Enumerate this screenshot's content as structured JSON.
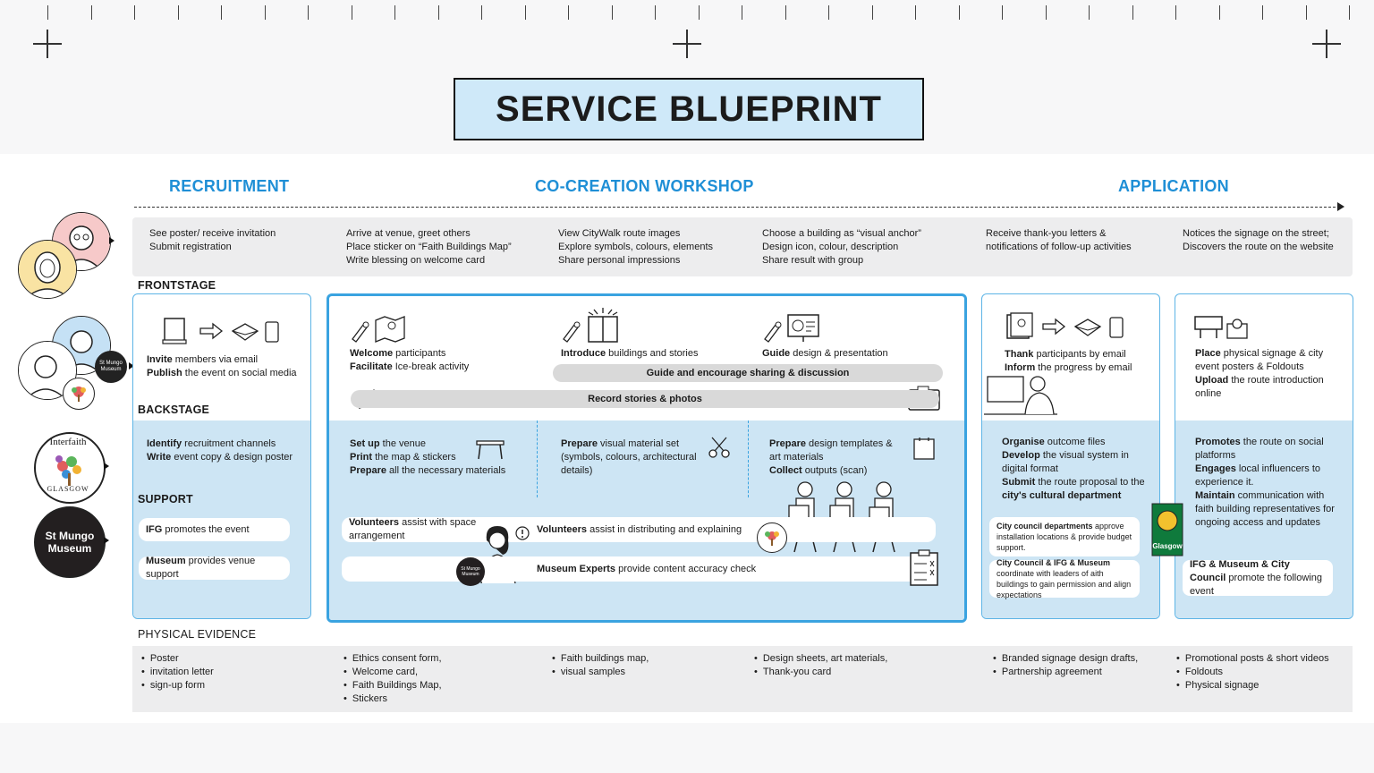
{
  "title": "SERVICE BLUEPRINT",
  "phases": [
    "RECRUITMENT",
    "CO-CREATION WORKSHOP",
    "APPLICATION"
  ],
  "colors": {
    "accent": "#1f8fd6",
    "lane_border": "#5db4e6",
    "lower_fill": "#cde5f4",
    "title_fill": "#cfe9f9"
  },
  "customer_actions": [
    "See poster/ receive invitation\nSubmit registration",
    "Arrive at venue, greet others\nPlace sticker on “Faith Buildings Map”\nWrite blessing on welcome card",
    "View CityWalk route images\nExplore symbols, colours, elements\nShare personal impressions",
    "Choose a building as “visual anchor”\nDesign icon, colour, description\nShare result with group",
    "Receive thank-you letters &\nnotifications of follow-up activities",
    "Notices the signage on the street;\nDiscovers the route on the website"
  ],
  "section_labels": {
    "frontstage": "FRONTSTAGE",
    "backstage": "BACKSTAGE",
    "support": "SUPPORT",
    "physical_evidence": "PHYSICAL EVIDENCE"
  },
  "frontstage": {
    "recruitment": [
      {
        "b": "Invite",
        "t": " members via email"
      },
      {
        "b": "Publish",
        "t": " the event on social media"
      }
    ],
    "welcome": [
      {
        "b": "Welcome",
        "t": " participants"
      },
      {
        "b": "Facilitate",
        "t": " Ice-break activity"
      }
    ],
    "introduce": [
      {
        "b": "Introduce",
        "t": " buildings and stories"
      }
    ],
    "guide": [
      {
        "b": "Guide",
        "t": " design & presentation"
      }
    ],
    "guide_pill": {
      "b": "Guide and encourage",
      "t": " sharing & discussion"
    },
    "record_pill": {
      "b": "Record",
      "t": " stories & photos"
    },
    "thank": [
      {
        "b": "Thank",
        "t": " participants by email"
      },
      {
        "b": "Inform",
        "t": " the progress by email"
      }
    ],
    "place": [
      {
        "b": "Place",
        "t": " physical signage & city"
      },
      {
        "b": "",
        "t": "event posters & Foldouts"
      },
      {
        "b": "Upload",
        "t": " the route introduction"
      },
      {
        "b": "",
        "t": "online"
      }
    ]
  },
  "backstage": {
    "recruitment": [
      {
        "b": "Identify",
        "t": " recruitment channels"
      },
      {
        "b": "Write",
        "t": " event copy & design poster"
      }
    ],
    "setup": [
      {
        "b": "Set up",
        "t": " the venue"
      },
      {
        "b": "Print",
        "t": " the map & stickers"
      },
      {
        "b": "Prepare",
        "t": " all the necessary materials"
      }
    ],
    "prepare_visual": [
      {
        "b": "Prepare",
        "t": " visual material set"
      },
      {
        "b": "",
        "t": "(symbols, colours, architectural"
      },
      {
        "b": "",
        "t": "details)"
      }
    ],
    "prepare_templates": [
      {
        "b": "Prepare",
        "t": " design templates &"
      },
      {
        "b": "",
        "t": "art materials"
      },
      {
        "b": "Collect",
        "t": " outputs (scan)"
      }
    ],
    "organise": [
      {
        "b": "Organise",
        "t": " outcome files"
      },
      {
        "b": "Develop",
        "t": " the visual system in"
      },
      {
        "b": "",
        "t": "digital format"
      },
      {
        "b": "Submit",
        "t": " the route proposal to the"
      },
      {
        "b": "city's cultural department",
        "t": ""
      }
    ],
    "promotes": [
      {
        "b": "Promotes",
        "t": " the route on social"
      },
      {
        "b": "",
        "t": "platforms"
      },
      {
        "b": "Engages",
        "t": " local influencers to"
      },
      {
        "b": "",
        "t": "experience it."
      },
      {
        "b": "Maintain",
        "t": " communication with"
      },
      {
        "b": "",
        "t": "faith building representatives for"
      },
      {
        "b": "",
        "t": "ongoing access and updates"
      }
    ]
  },
  "support": {
    "ifg": {
      "b": "IFG",
      "t": " promotes the event"
    },
    "museum": {
      "b": "Museum",
      "t": " provides venue support"
    },
    "volunteers_space": {
      "b": "Volunteers",
      "t": " assist with space arrangement"
    },
    "volunteers_dist": {
      "b": "Volunteers",
      "t": " assist in distributing and explaining"
    },
    "experts": {
      "b": "Museum Experts",
      "t": " provide content accuracy check"
    },
    "council": {
      "b": "City council departments",
      "t": " approve installation locations & provide budget support."
    },
    "coordinate": {
      "b": "City Council & IFG & Museum",
      "t": " coordinate with leaders of aith buildings to gain permission and align expectations"
    },
    "following": {
      "b": "IFG & Museum & City Council",
      "t": " promote the following event"
    }
  },
  "logos": {
    "interfaith_top": "Interfaith",
    "interfaith_bottom": "GLASGOW",
    "mungo_line1": "St Mungo",
    "mungo_line2": "Museum",
    "glasgow_badge": "Glasgow"
  },
  "evidence": [
    [
      "Poster",
      "invitation letter",
      "sign-up form"
    ],
    [
      "Ethics consent form,",
      "Welcome card,",
      "Faith Buildings Map,",
      "Stickers"
    ],
    [
      "Faith buildings map,",
      "visual samples"
    ],
    [
      "Design sheets, art materials,",
      "Thank-you card"
    ],
    [
      "Branded signage design drafts,",
      "Partnership agreement"
    ],
    [
      "Promotional posts & short videos",
      "Foldouts",
      "Physical signage"
    ]
  ]
}
